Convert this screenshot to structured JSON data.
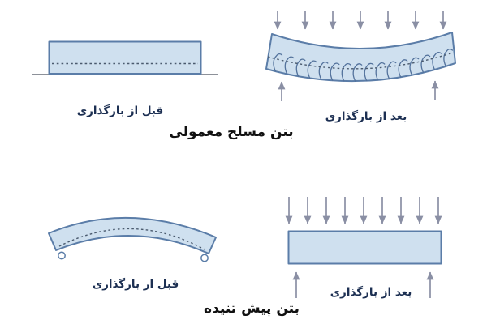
{
  "figure": {
    "colors": {
      "beam_fill": "#cfe0ef",
      "beam_stroke": "#5b7da8",
      "crack_stroke": "#53729c",
      "dash_stroke": "#4a5a6e",
      "arrow": "#8a8fa4",
      "ground": "#8d9199",
      "label_text": "#1c2f52",
      "title_text": "#111111"
    },
    "sections": [
      {
        "title": "بتن مسلح معمولی",
        "before_label": "قبل از بارگذاری",
        "after_label": "بعد از بارگذاری"
      },
      {
        "title": "بتن پیش تنیده",
        "before_label": "قبل از بارگذاری",
        "after_label": "بعد از بارگذاری"
      }
    ]
  }
}
